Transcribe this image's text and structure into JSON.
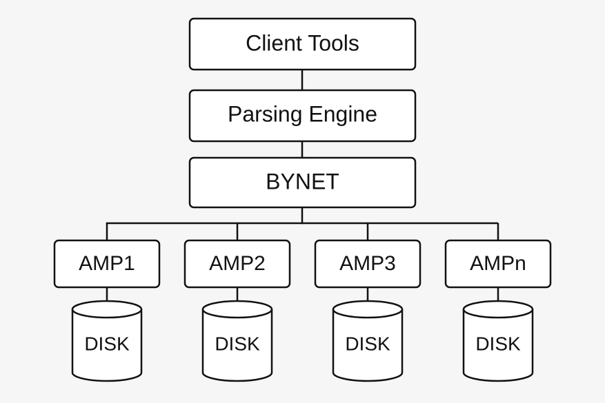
{
  "colors": {
    "background": "#f6f6f6",
    "stroke": "#111111",
    "fill": "#ffffff",
    "text": "#111111"
  },
  "stack": {
    "client_tools": "Client Tools",
    "parsing_engine": "Parsing Engine",
    "bynet": "BYNET"
  },
  "amps": [
    {
      "label": "AMP1",
      "disk": "DISK"
    },
    {
      "label": "AMP2",
      "disk": "DISK"
    },
    {
      "label": "AMP3",
      "disk": "DISK"
    },
    {
      "label": "AMPn",
      "disk": "DISK"
    }
  ]
}
